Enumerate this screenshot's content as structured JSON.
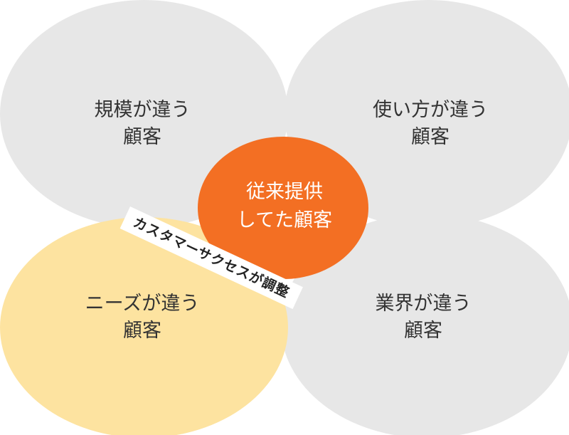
{
  "diagram": {
    "top_left": {
      "line1": "規模が違う",
      "line2": "顧客"
    },
    "top_right": {
      "line1": "使い方が違う",
      "line2": "顧客"
    },
    "bottom_left": {
      "line1": "ニーズが違う",
      "line2": "顧客"
    },
    "bottom_right": {
      "line1": "業界が違う",
      "line2": "顧客"
    },
    "center": {
      "line1": "従来提供",
      "line2": "してた顧客"
    },
    "banner": "カスタマーサクセスが調整"
  },
  "colors": {
    "grey": "#e7e7e7",
    "yellow": "#fde3a0",
    "orange": "#f36f23"
  }
}
